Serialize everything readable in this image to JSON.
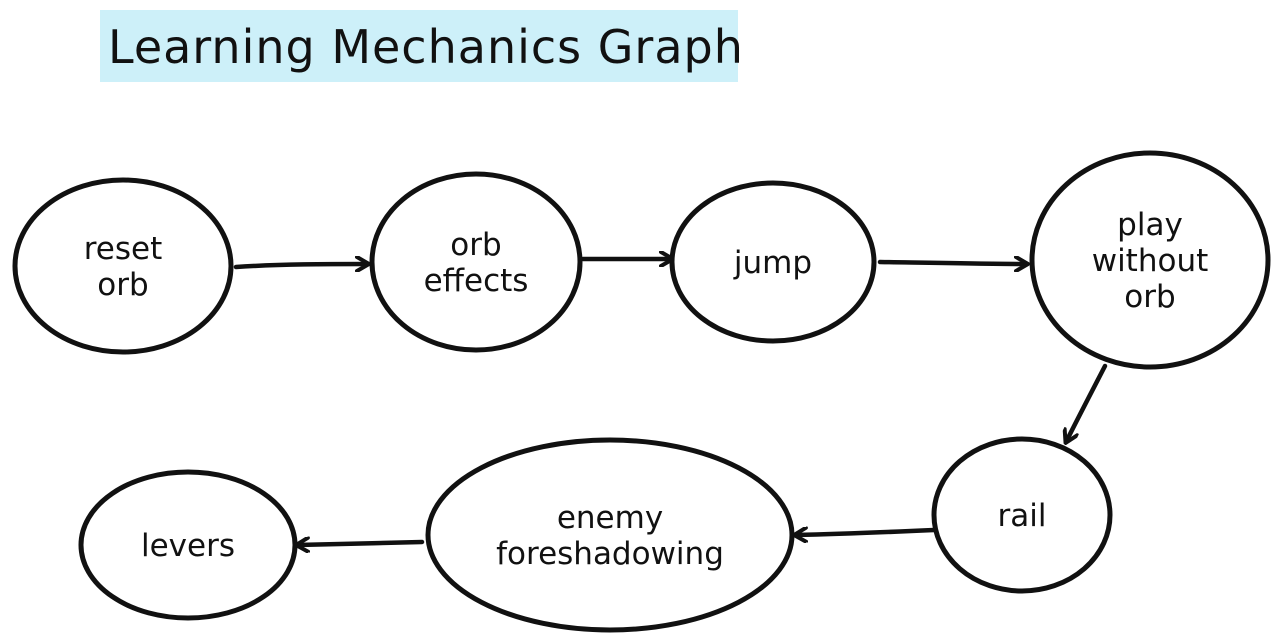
{
  "title": "Learning Mechanics Graph",
  "colors": {
    "title_highlight": "#cdf0f9",
    "ink": "#111111",
    "background": "#ffffff"
  },
  "nodes": [
    {
      "id": "reset-orb",
      "lines": [
        "reset",
        "orb"
      ]
    },
    {
      "id": "orb-effects",
      "lines": [
        "orb",
        "effects"
      ]
    },
    {
      "id": "jump",
      "lines": [
        "jump"
      ]
    },
    {
      "id": "play-without-orb",
      "lines": [
        "play",
        "without",
        "orb"
      ]
    },
    {
      "id": "rail",
      "lines": [
        "rail"
      ]
    },
    {
      "id": "enemy-foreshadowing",
      "lines": [
        "enemy",
        "foreshadowing"
      ]
    },
    {
      "id": "levers",
      "lines": [
        "levers"
      ]
    }
  ],
  "edges": [
    {
      "from": "reset-orb",
      "to": "orb-effects"
    },
    {
      "from": "orb-effects",
      "to": "jump"
    },
    {
      "from": "jump",
      "to": "play-without-orb"
    },
    {
      "from": "play-without-orb",
      "to": "rail"
    },
    {
      "from": "rail",
      "to": "enemy-foreshadowing"
    },
    {
      "from": "enemy-foreshadowing",
      "to": "levers"
    }
  ]
}
